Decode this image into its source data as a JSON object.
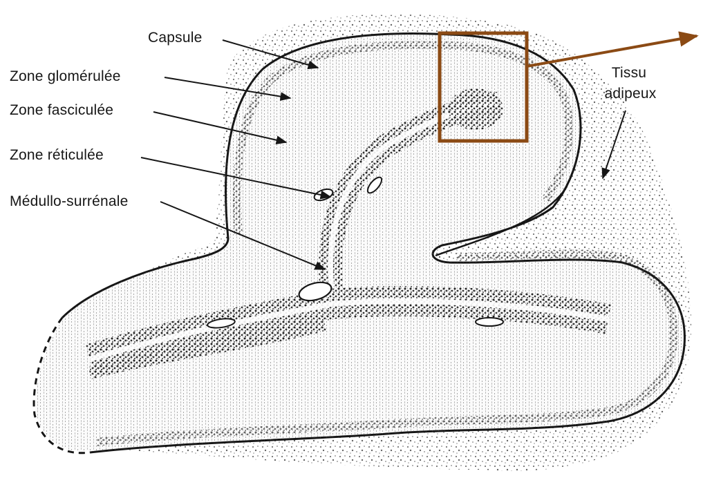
{
  "labels": {
    "capsule": "Capsule",
    "zone_glomerulee": "Zone glomérulée",
    "zone_fasciculee": "Zone fasciculée",
    "zone_reticulee": "Zone réticulée",
    "medullo_surrenale": "Médullo-surrénale",
    "tissu": "Tissu",
    "adipeux": "adipeux"
  },
  "colors": {
    "ink": "#161616",
    "highlight": "#8b4a14",
    "background": "#ffffff"
  }
}
